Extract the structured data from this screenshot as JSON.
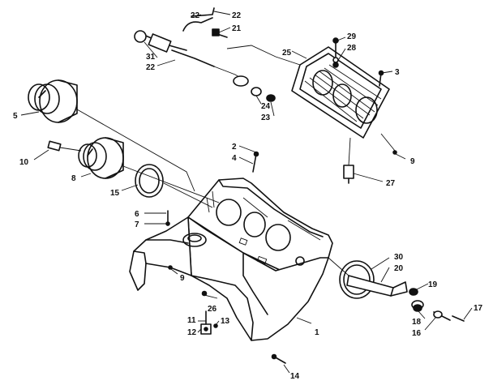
{
  "callouts": [
    {
      "key": "c1",
      "text": "1"
    },
    {
      "key": "c2",
      "text": "2"
    },
    {
      "key": "c3",
      "text": "3"
    },
    {
      "key": "c4",
      "text": "4"
    },
    {
      "key": "c5",
      "text": "5"
    },
    {
      "key": "c6",
      "text": "6"
    },
    {
      "key": "c7",
      "text": "7"
    },
    {
      "key": "c8",
      "text": "8"
    },
    {
      "key": "c9a",
      "text": "9"
    },
    {
      "key": "c9b",
      "text": "9"
    },
    {
      "key": "c10",
      "text": "10"
    },
    {
      "key": "c11",
      "text": "11"
    },
    {
      "key": "c12",
      "text": "12"
    },
    {
      "key": "c13",
      "text": "13"
    },
    {
      "key": "c14",
      "text": "14"
    },
    {
      "key": "c15",
      "text": "15"
    },
    {
      "key": "c16",
      "text": "16"
    },
    {
      "key": "c17",
      "text": "17"
    },
    {
      "key": "c18",
      "text": "18"
    },
    {
      "key": "c19",
      "text": "19"
    },
    {
      "key": "c20",
      "text": "20"
    },
    {
      "key": "c21",
      "text": "21"
    },
    {
      "key": "c22a",
      "text": "22"
    },
    {
      "key": "c22b",
      "text": "22"
    },
    {
      "key": "c22c",
      "text": "22"
    },
    {
      "key": "c23",
      "text": "23"
    },
    {
      "key": "c24",
      "text": "24"
    },
    {
      "key": "c25",
      "text": "25"
    },
    {
      "key": "c26",
      "text": "26"
    },
    {
      "key": "c27",
      "text": "27"
    },
    {
      "key": "c28",
      "text": "28"
    },
    {
      "key": "c29",
      "text": "29"
    },
    {
      "key": "c30",
      "text": "30"
    },
    {
      "key": "c31",
      "text": "31"
    }
  ],
  "colors": {
    "ink": "#111111",
    "paper": "#ffffff"
  }
}
